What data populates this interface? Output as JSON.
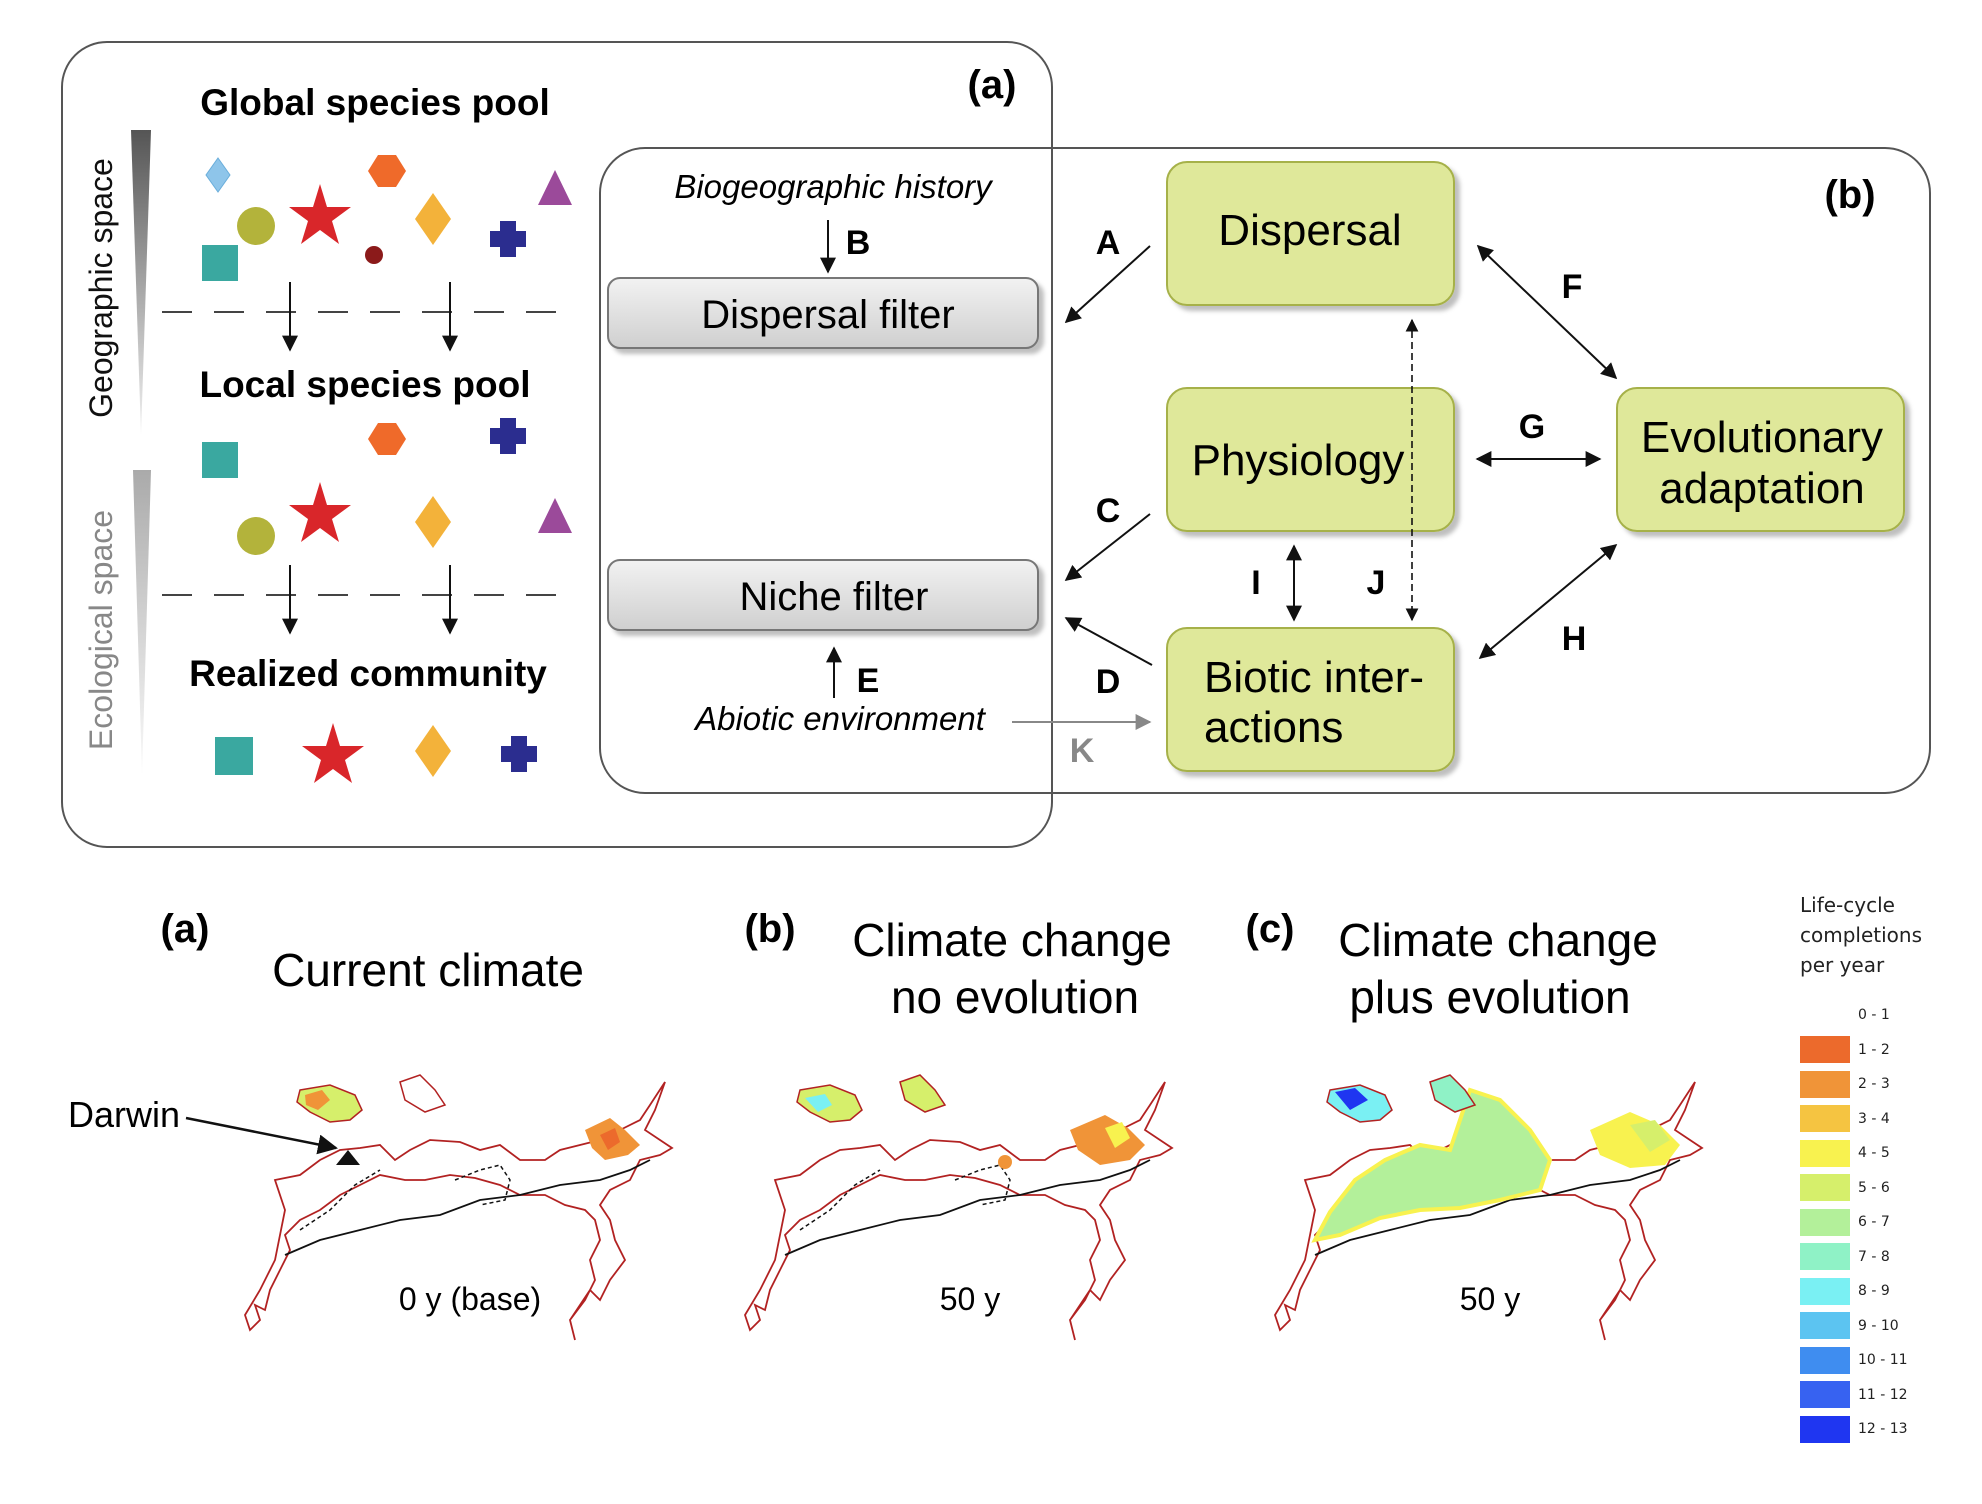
{
  "top": {
    "panel_a_tag": "(a)",
    "panel_b_tag": "(b)",
    "global_pool": "Global species pool",
    "local_pool": "Local species pool",
    "realized": "Realized community",
    "geo_space": "Geographic space",
    "eco_space": "Ecological space",
    "biogeo_history": "Biogeographic history",
    "abiotic_env": "Abiotic environment",
    "dispersal_filter": "Dispersal filter",
    "niche_filter": "Niche filter",
    "dispersal": "Dispersal",
    "physiology": "Physiology",
    "evo_line1": "Evolutionary",
    "evo_line2": "adaptation",
    "biotic_line1": "Biotic inter-",
    "biotic_line2": "actions",
    "letters": {
      "A": "A",
      "B": "B",
      "C": "C",
      "D": "D",
      "E": "E",
      "F": "F",
      "G": "G",
      "H": "H",
      "I": "I",
      "J": "J",
      "K": "K"
    }
  },
  "bottom": {
    "a_tag": "(a)",
    "b_tag": "(b)",
    "c_tag": "(c)",
    "a_title": "Current climate",
    "b_title_1": "Climate change",
    "b_title_2": "no evolution",
    "c_title_1": "Climate change",
    "c_title_2": "plus evolution",
    "a_time": "0 y (base)",
    "b_time": "50 y",
    "c_time": "50 y",
    "darwin": "Darwin"
  },
  "legend": {
    "title_lines": [
      "Life-cycle",
      "completions",
      "per year"
    ],
    "bins": [
      {
        "range": "0 - 1",
        "color": "#ffffff"
      },
      {
        "range": "1 - 2",
        "color": "#ec6a2c"
      },
      {
        "range": "2 - 3",
        "color": "#f09438"
      },
      {
        "range": "3 - 4",
        "color": "#f5c441"
      },
      {
        "range": "4 - 5",
        "color": "#f8f24f"
      },
      {
        "range": "5 - 6",
        "color": "#d6ef6b"
      },
      {
        "range": "6 - 7",
        "color": "#b3f09a"
      },
      {
        "range": "7 - 8",
        "color": "#8ff2c6"
      },
      {
        "range": "8 - 9",
        "color": "#7af0f3"
      },
      {
        "range": "9 - 10",
        "color": "#5cc4f1"
      },
      {
        "range": "10 - 11",
        "color": "#3f8df0"
      },
      {
        "range": "11 - 12",
        "color": "#3762f1"
      },
      {
        "range": "12 - 13",
        "color": "#1f36f1"
      }
    ]
  },
  "colors": {
    "box_fill": "#dfe89a",
    "box_stroke": "#a6b14a",
    "filter_fill": "#dedede",
    "coast": "#b22222"
  }
}
